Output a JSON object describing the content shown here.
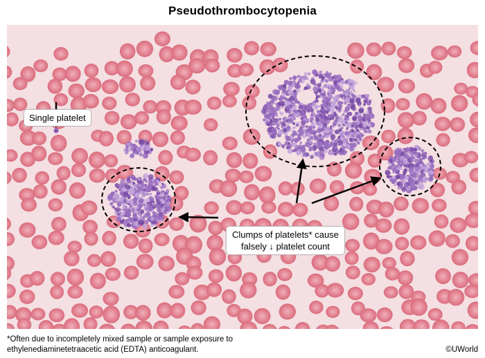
{
  "title": "Pseudothrombocytopenia",
  "labels": {
    "single_platelet": "Single platelet",
    "clumps_line1": "Clumps of platelets* cause",
    "clumps_line2": "falsely ↓ platelet count"
  },
  "footnote": {
    "line1": "*Often due to incompletely mixed sample or sample exposure to",
    "line2": "ethylenediaminetetraacetic acid (EDTA) anticoagulant."
  },
  "copyright": "©UWorld",
  "colors": {
    "background_plasma": "#f4dfe2",
    "red_cell": "#e07f8d",
    "red_cell_center": "#eea7b0",
    "platelet": "#9a6fbf",
    "platelet_dark": "#7a4ea6",
    "annotation": "#000000"
  },
  "icons": {
    "arrow": "black-arrow",
    "highlight": "dashed-ellipse"
  }
}
